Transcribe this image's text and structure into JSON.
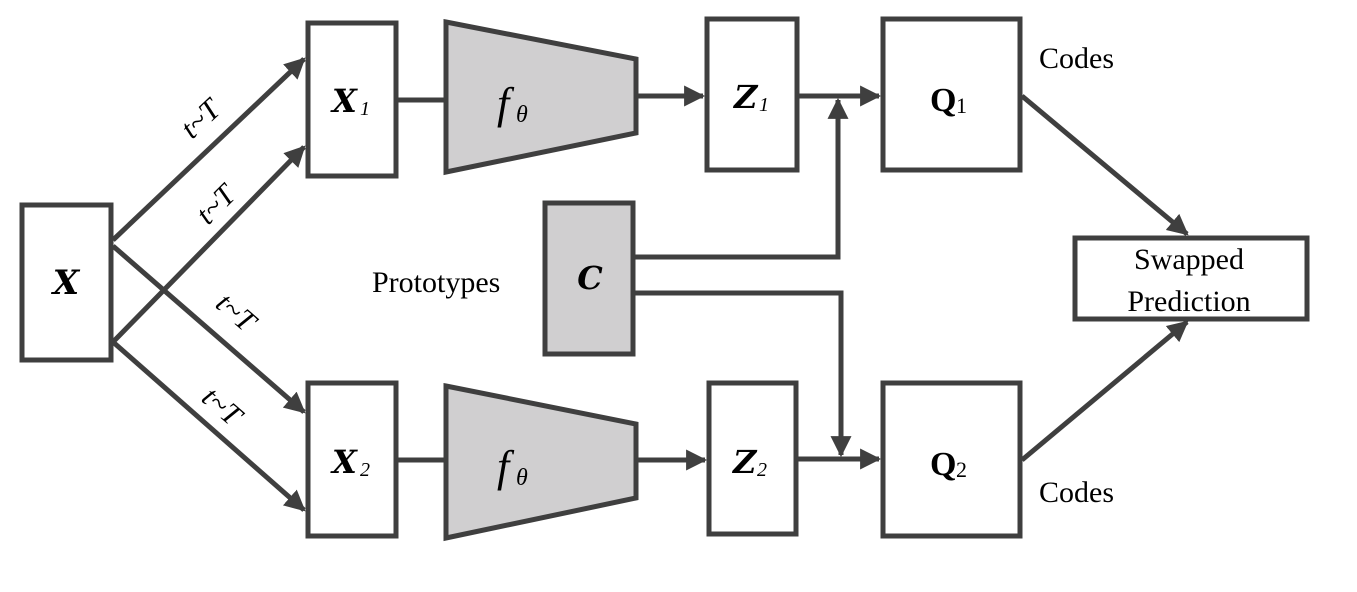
{
  "diagram": {
    "nodes": {
      "input": {
        "symbol": "X",
        "subscript": ""
      },
      "view1": {
        "symbol": "X",
        "subscript": "1"
      },
      "view2": {
        "symbol": "X",
        "subscript": "2"
      },
      "encoder1": {
        "symbol": "f",
        "subscript": "θ"
      },
      "encoder2": {
        "symbol": "f",
        "subscript": "θ"
      },
      "feature1": {
        "symbol": "Z",
        "subscript": "1"
      },
      "feature2": {
        "symbol": "Z",
        "subscript": "2"
      },
      "prototypes": {
        "symbol": "C",
        "label": "Prototypes"
      },
      "codes1": {
        "symbol": "Q",
        "subscript": "1",
        "label": "Codes"
      },
      "codes2": {
        "symbol": "Q",
        "subscript": "2",
        "label": "Codes"
      },
      "swapped": {
        "line1": "Swapped",
        "line2": "Prediction"
      }
    },
    "edge_labels": {
      "aug1": "t~T",
      "aug2": "t~T",
      "aug3": "t~T",
      "aug4": "t~T"
    },
    "colors": {
      "stroke": "#3f3f3f",
      "shaded_fill": "#d0cfd0",
      "box_fill": "#ffffff"
    }
  }
}
